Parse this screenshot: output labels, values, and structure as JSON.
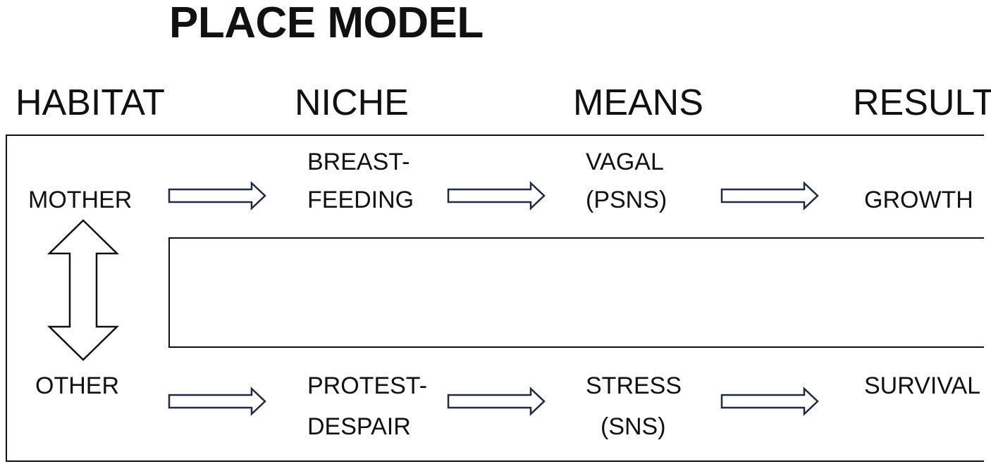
{
  "title": "PLACE MODEL",
  "headers": {
    "habitat": "HABITAT",
    "niche": "NICHE",
    "means": "MEANS",
    "result": "RESULT"
  },
  "top_row": {
    "habitat": "MOTHER",
    "niche_line1": "BREAST-",
    "niche_line2": "FEEDING",
    "means_line1": "VAGAL",
    "means_line2": "(PSNS)",
    "result": "GROWTH"
  },
  "bottom_row": {
    "habitat": "OTHER",
    "niche_line1": "PROTEST-",
    "niche_line2": "DESPAIR",
    "means_line1": "STRESS",
    "means_line2": "(SNS)",
    "result": "SURVIVAL"
  },
  "colors": {
    "arrow_stroke": "#1f2a44",
    "line": "#111111"
  },
  "icons": {
    "flow_arrow": "right-arrow-icon",
    "link_arrow": "double-vertical-arrow-icon"
  }
}
